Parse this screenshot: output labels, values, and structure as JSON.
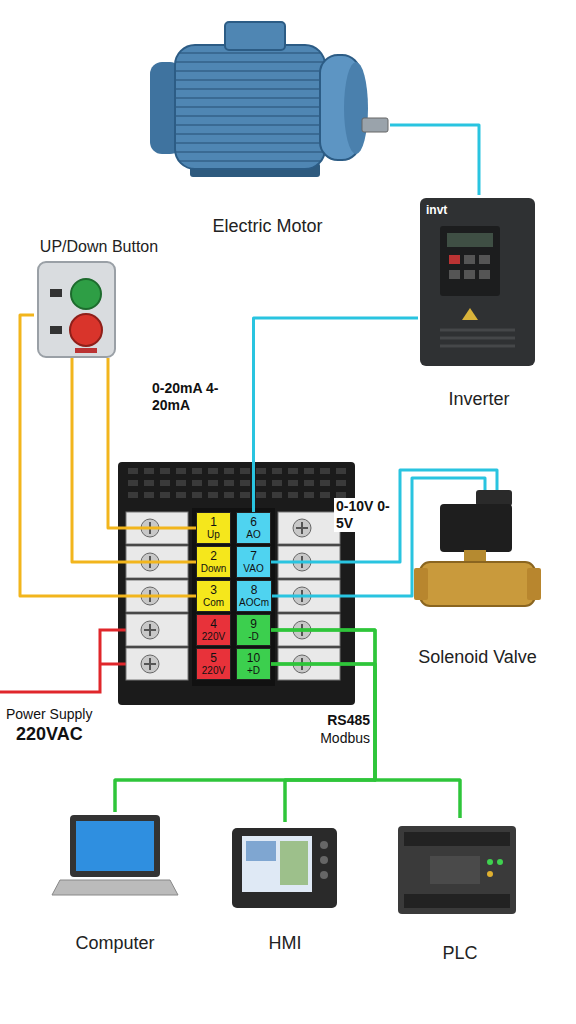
{
  "diagram": {
    "nodes": [
      {
        "text": [
          "Electric Motor"
        ]
      },
      {
        "text": [
          "Inverter"
        ]
      },
      {
        "text": [
          "UP/Down Button"
        ]
      },
      {
        "text": [
          "1",
          "Up"
        ]
      },
      {
        "text": [
          "2",
          "Down"
        ]
      },
      {
        "text": [
          "3",
          "Com"
        ]
      },
      {
        "text": [
          "4",
          "220V"
        ]
      },
      {
        "text": [
          "5",
          "220V"
        ]
      },
      {
        "text": [
          "6",
          "AO"
        ]
      },
      {
        "text": [
          "7",
          "VAO"
        ]
      },
      {
        "text": [
          "8",
          "AOCm"
        ]
      },
      {
        "text": [
          "9",
          "-D"
        ]
      },
      {
        "text": [
          "10",
          "+D"
        ]
      },
      {
        "text": [
          "Solenoid Valve"
        ]
      },
      {
        "text": [
          "Computer"
        ]
      },
      {
        "text": [
          "HMI"
        ]
      },
      {
        "text": [
          "PLC"
        ]
      }
    ],
    "edges": [
      {
        "from": 0,
        "to": 1,
        "arrow": "none"
      },
      {
        "from": 1,
        "to": 8,
        "label": "0-20mA 4-20mA",
        "arrow": "none"
      },
      {
        "from": 9,
        "to": 13,
        "label": "0-10V 0-5V",
        "arrow": "none"
      },
      {
        "from": 10,
        "to": 13,
        "arrow": "none"
      },
      {
        "from": 2,
        "to": 3,
        "arrow": "none"
      },
      {
        "from": 2,
        "to": 4,
        "arrow": "none"
      },
      {
        "from": 2,
        "to": 5,
        "arrow": "none"
      },
      {
        "from": 11,
        "to": 14,
        "arrow": "none"
      },
      {
        "from": 11,
        "to": 15,
        "arrow": "none"
      },
      {
        "from": 11,
        "to": 16,
        "arrow": "none"
      },
      {
        "from": 12,
        "to": 14,
        "arrow": "none"
      },
      {
        "from": 12,
        "to": 15,
        "arrow": "none"
      },
      {
        "from": 12,
        "to": 16,
        "arrow": "none"
      }
    ],
    "labels": [
      "invt",
      "Power Supply",
      "220VAC",
      "RS485",
      "Modbus"
    ]
  }
}
